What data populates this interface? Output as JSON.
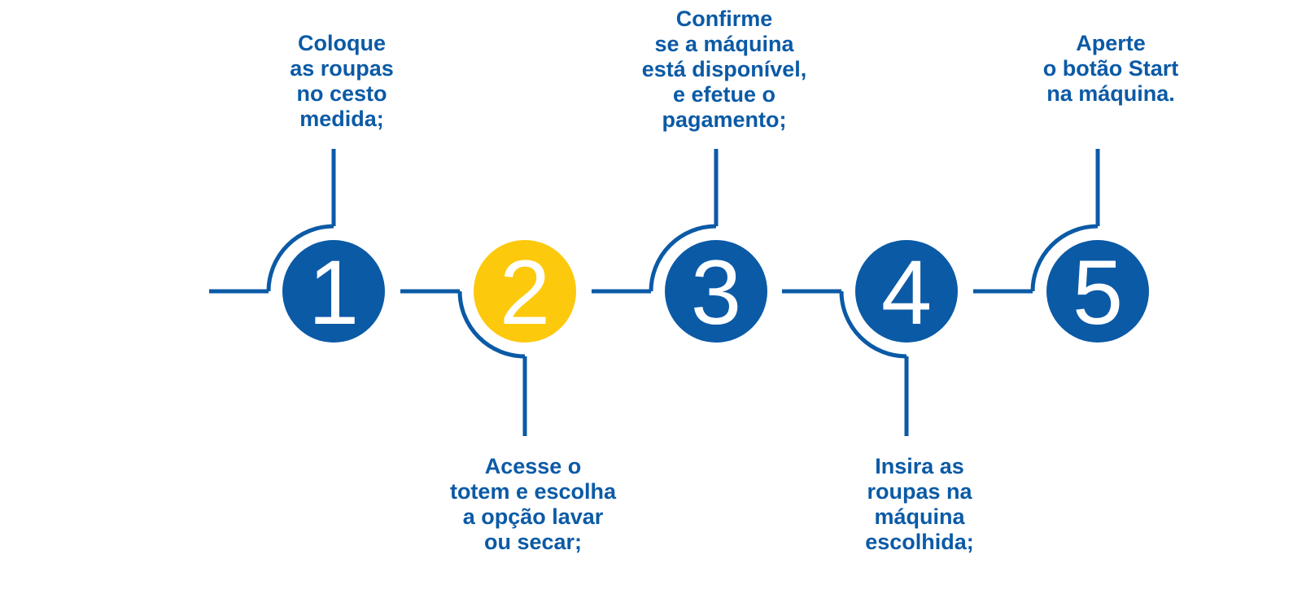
{
  "colors": {
    "primary": "#0b5aa6",
    "accent": "#fcc90d",
    "number": "#ffffff"
  },
  "steps": [
    {
      "number": "1",
      "position": "top",
      "highlight": false,
      "text": "Coloque\nas roupas\n no cesto\nmedida;"
    },
    {
      "number": "2",
      "position": "bottom",
      "highlight": true,
      "text": "Acesse o\ntotem e escolha\na opção lavar\nou secar;"
    },
    {
      "number": "3",
      "position": "top",
      "highlight": false,
      "text": "Confirme\nse a máquina\nestá disponível,\ne efetue o\npagamento;"
    },
    {
      "number": "4",
      "position": "bottom",
      "highlight": false,
      "text": "Insira as\nroupas na\nmáquina\nescolhida;"
    },
    {
      "number": "5",
      "position": "top",
      "highlight": false,
      "text": "Aperte\no botão Start\nna máquina."
    }
  ]
}
